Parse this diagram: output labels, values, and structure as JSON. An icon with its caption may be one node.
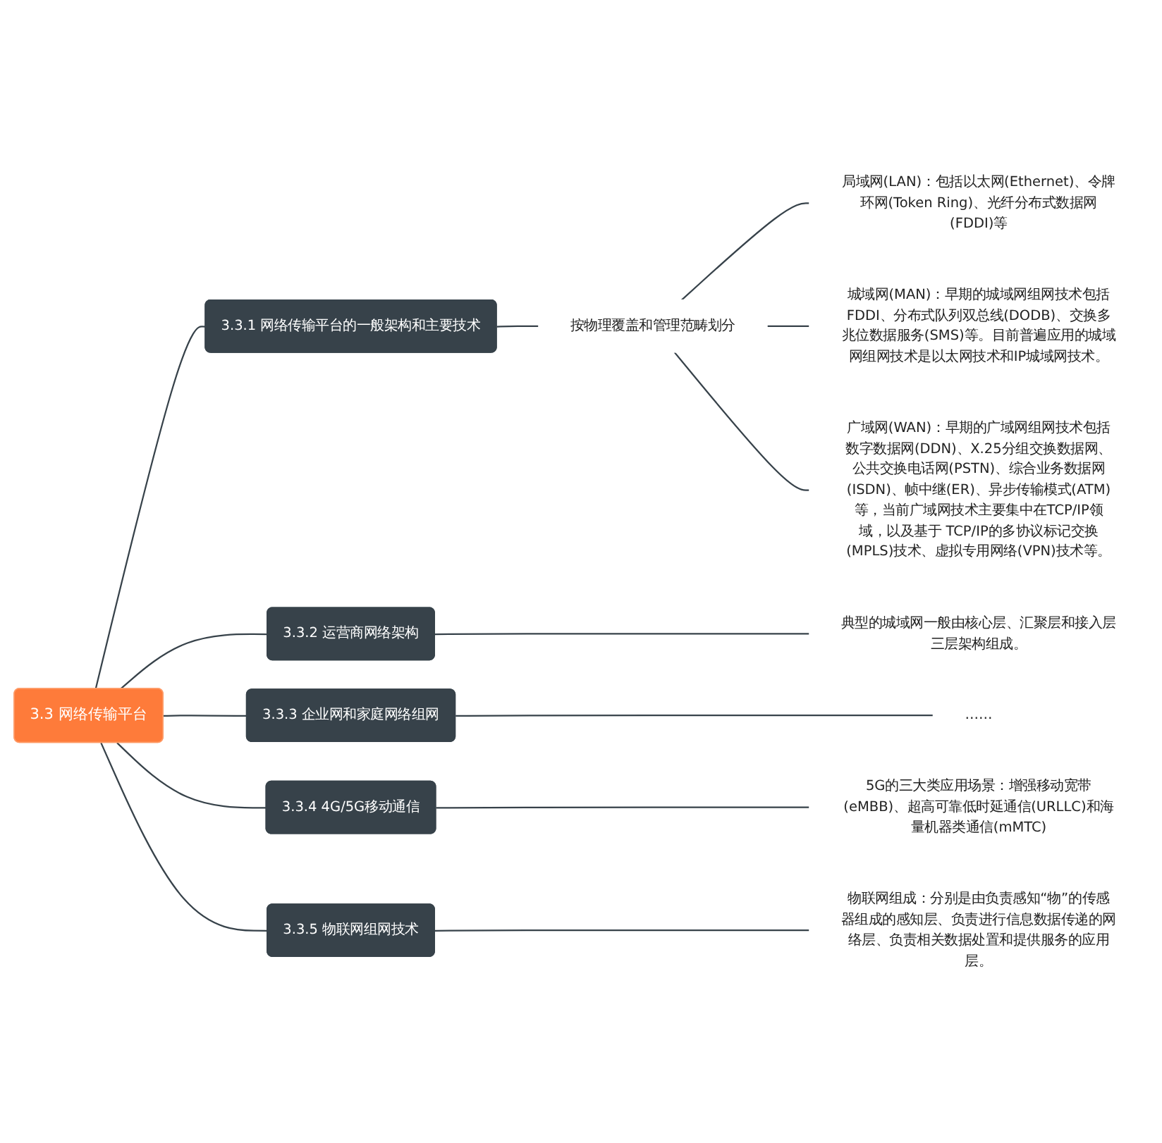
{
  "diagram": {
    "nodes": [
      {
        "text": [
          "3.3 网络传输平台"
        ]
      },
      {
        "text": [
          "3.3.1 网络传输平台的一般架构和主要技术"
        ]
      },
      {
        "text": [
          "3.3.2 运营商网络架构"
        ]
      },
      {
        "text": [
          "3.3.3 企业网和家庭网络组网"
        ]
      },
      {
        "text": [
          "3.3.4 4G/5G移动通信"
        ]
      },
      {
        "text": [
          "3.3.5 物联网组网技术"
        ]
      },
      {
        "text": [
          "按物理覆盖和管理范畴划分"
        ]
      },
      {
        "text": [
          "局域网(LAN)：包括以太网(Ethernet)、令牌环网(Token Ring)、光纤分布式数据网(FDDI)等"
        ]
      },
      {
        "text": [
          "城域网(MAN)：早期的城域网组网技术包括FDDI、分布式队列双总线(DODB)、交换多兆位数据服务(SMS)等。目前普遍应用的城域网组网技术是以太网技术和IP城域网技术。"
        ]
      },
      {
        "text": [
          "广域网(WAN)：早期的广域网组网技术包括数字数据网(DDN)、X.25分组交换数据网、公共交换电话网(PSTN)、综合业务数据网(ISDN)、帧中继(ER)、异步传输模式(ATM)等，当前广域网技术主要集中在TCP/IP领域，以及基于 TCP/IP的多协议标记交换(MPLS)技术、虚拟专用网络(VPN)技术等。"
        ]
      },
      {
        "text": [
          "典型的城域网一般由核心层、汇聚层和接入层三层架构组成。"
        ]
      },
      {
        "text": [
          "……"
        ]
      },
      {
        "text": [
          "5G的三大类应用场景：增强移动宽带(eMBB)、超高可靠低时延通信(URLLC)和海量机器类通信(mMTC)"
        ]
      },
      {
        "text": [
          "物联网组成：分别是由负责感知“物”的传感器组成的感知层、负责进行信息数据传递的网络层、负责相关数据处置和提供服务的应用层。"
        ]
      }
    ],
    "edges": [
      {
        "from": 0,
        "to": 1,
        "arrow": "none"
      },
      {
        "from": 0,
        "to": 2,
        "arrow": "none"
      },
      {
        "from": 0,
        "to": 3,
        "arrow": "none"
      },
      {
        "from": 0,
        "to": 4,
        "arrow": "none"
      },
      {
        "from": 0,
        "to": 5,
        "arrow": "none"
      },
      {
        "from": 1,
        "to": 6,
        "arrow": "none"
      },
      {
        "from": 6,
        "to": 7,
        "arrow": "none"
      },
      {
        "from": 6,
        "to": 8,
        "arrow": "none"
      },
      {
        "from": 6,
        "to": 9,
        "arrow": "none"
      },
      {
        "from": 2,
        "to": 10,
        "arrow": "none"
      },
      {
        "from": 3,
        "to": 11,
        "arrow": "none"
      },
      {
        "from": 4,
        "to": 12,
        "arrow": "none"
      },
      {
        "from": 5,
        "to": 13,
        "arrow": "none"
      }
    ]
  }
}
